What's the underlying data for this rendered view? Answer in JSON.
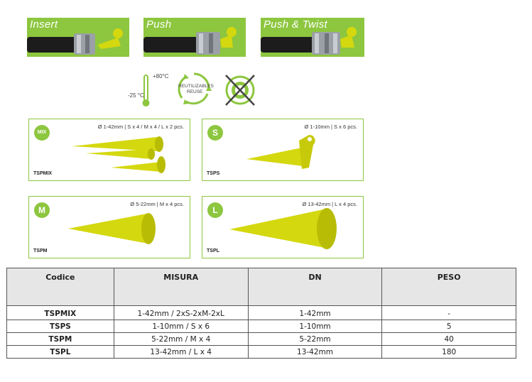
{
  "banners": [
    {
      "label": "Insert"
    },
    {
      "label": "Push"
    },
    {
      "label": "Push & Twist"
    }
  ],
  "features": {
    "temp_high": "+80°C",
    "temp_low": "-25 °C",
    "reuse_line1": "REUTILIZABLES",
    "reuse_line2": "REUSE"
  },
  "cards": [
    {
      "badge": "MIX",
      "spec": "Ø 1-42mm | S x 4 / M x 4 / L x 2 pcs.",
      "code": "TSPMIX"
    },
    {
      "badge": "S",
      "spec": "Ø 1-10mm | S x 6 pcs.",
      "code": "TSPS"
    },
    {
      "badge": "M",
      "spec": "Ø 5-22mm | M x 4 pcs.",
      "code": "TSPM"
    },
    {
      "badge": "L",
      "spec": "Ø 13-42mm | L x 4 pcs.",
      "code": "TSPL"
    }
  ],
  "table": {
    "headers": [
      "Codice",
      "MISURA",
      "DN",
      "PESO"
    ],
    "rows": [
      [
        "TSPMIX",
        "1-42mm / 2xS-2xM-2xL",
        "1-42mm",
        "-"
      ],
      [
        "TSPS",
        "1-10mm / S x 6",
        "1-10mm",
        "5"
      ],
      [
        "TSPM",
        "5-22mm / M x 4",
        "5-22mm",
        "40"
      ],
      [
        "TSPL",
        "13-42mm / L x 4",
        "13-42mm",
        "180"
      ]
    ]
  },
  "colors": {
    "brand_green": "#8dc63f",
    "product_yellow": "#d4d80f"
  }
}
